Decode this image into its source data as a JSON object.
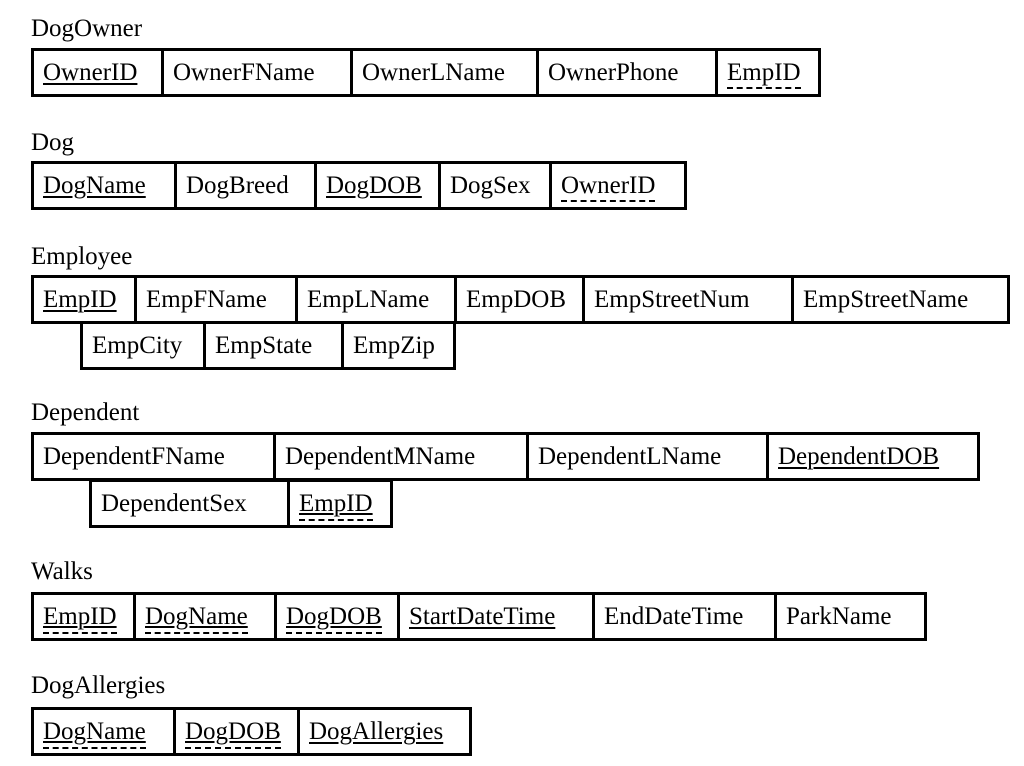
{
  "tables": [
    {
      "name": "DogOwner",
      "rows": [
        [
          {
            "label": "OwnerID",
            "key": "pk"
          },
          {
            "label": "OwnerFName",
            "key": ""
          },
          {
            "label": "OwnerLName",
            "key": ""
          },
          {
            "label": "OwnerPhone",
            "key": ""
          },
          {
            "label": "EmpID",
            "key": "fk"
          }
        ]
      ]
    },
    {
      "name": "Dog",
      "rows": [
        [
          {
            "label": "DogName",
            "key": "pk"
          },
          {
            "label": "DogBreed",
            "key": ""
          },
          {
            "label": "DogDOB",
            "key": "pk"
          },
          {
            "label": "DogSex",
            "key": ""
          },
          {
            "label": "OwnerID",
            "key": "fk"
          }
        ]
      ]
    },
    {
      "name": "Employee",
      "rows": [
        [
          {
            "label": "EmpID",
            "key": "pk"
          },
          {
            "label": "EmpFName",
            "key": ""
          },
          {
            "label": "EmpLName",
            "key": ""
          },
          {
            "label": "EmpDOB",
            "key": ""
          },
          {
            "label": "EmpStreetNum",
            "key": ""
          },
          {
            "label": "EmpStreetName",
            "key": ""
          }
        ],
        [
          {
            "label": "EmpCity",
            "key": ""
          },
          {
            "label": "EmpState",
            "key": ""
          },
          {
            "label": "EmpZip",
            "key": ""
          }
        ]
      ]
    },
    {
      "name": "Dependent",
      "rows": [
        [
          {
            "label": "DependentFName",
            "key": ""
          },
          {
            "label": "DependentMName",
            "key": ""
          },
          {
            "label": "DependentLName",
            "key": ""
          },
          {
            "label": "DependentDOB",
            "key": "pk"
          }
        ],
        [
          {
            "label": "DependentSex",
            "key": ""
          },
          {
            "label": "EmpID",
            "key": "pkfk"
          }
        ]
      ]
    },
    {
      "name": "Walks",
      "rows": [
        [
          {
            "label": "EmpID",
            "key": "pkfk"
          },
          {
            "label": "DogName",
            "key": "pkfk"
          },
          {
            "label": "DogDOB",
            "key": "pkfk"
          },
          {
            "label": "StartDateTime",
            "key": "pk"
          },
          {
            "label": "EndDateTime",
            "key": ""
          },
          {
            "label": "ParkName",
            "key": ""
          }
        ]
      ]
    },
    {
      "name": "DogAllergies",
      "rows": [
        [
          {
            "label": "DogName",
            "key": "pkfk"
          },
          {
            "label": "DogDOB",
            "key": "pkfk"
          },
          {
            "label": "DogAllergies",
            "key": "pk"
          }
        ]
      ]
    }
  ]
}
